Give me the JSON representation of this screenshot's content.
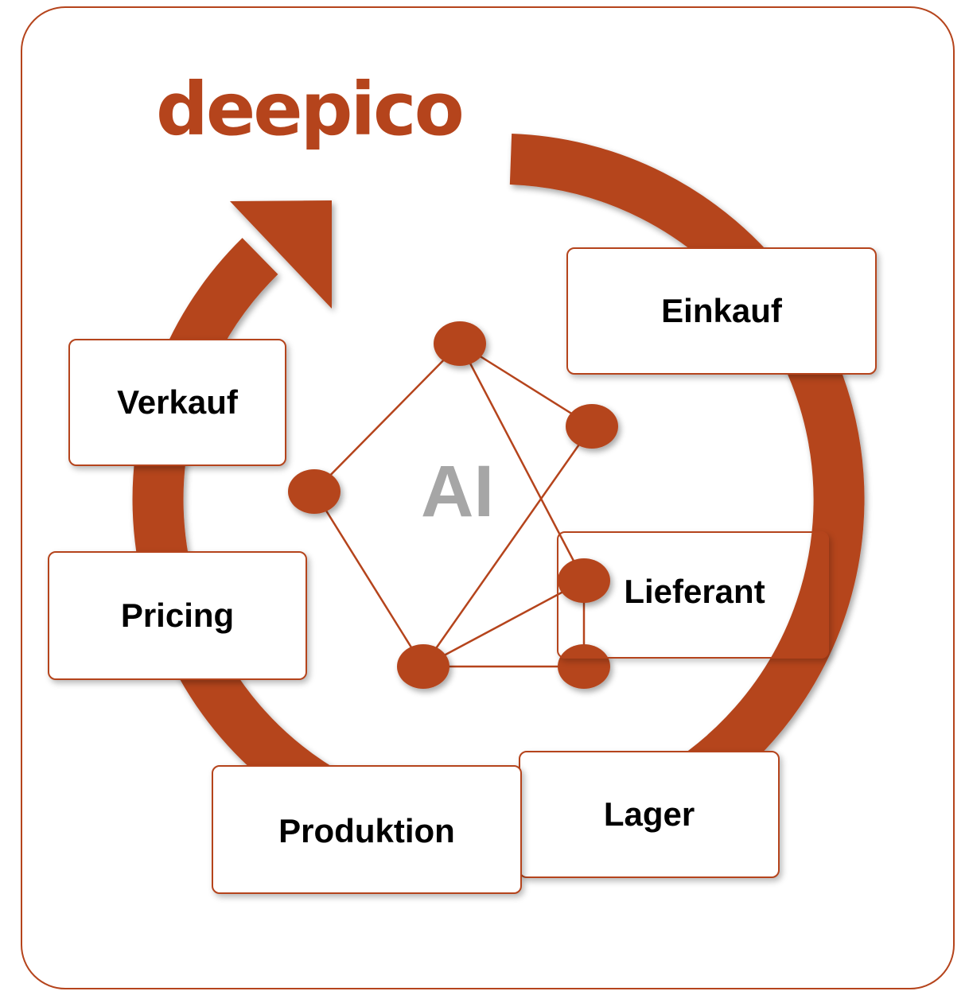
{
  "logo": {
    "text": "deepico"
  },
  "center": {
    "label": "AI"
  },
  "stages": {
    "einkauf": "Einkauf",
    "verkauf": "Verkauf",
    "pricing": "Pricing",
    "lieferant": "Lieferant",
    "produktion": "Produktion",
    "lager": "Lager"
  },
  "colors": {
    "accent": "#b5441c",
    "ai_text": "#a6a6a6",
    "label_text": "#000000",
    "background": "#ffffff"
  },
  "icons": {
    "cycle": "circular-arrow-icon",
    "network": "neural-network-icon"
  }
}
